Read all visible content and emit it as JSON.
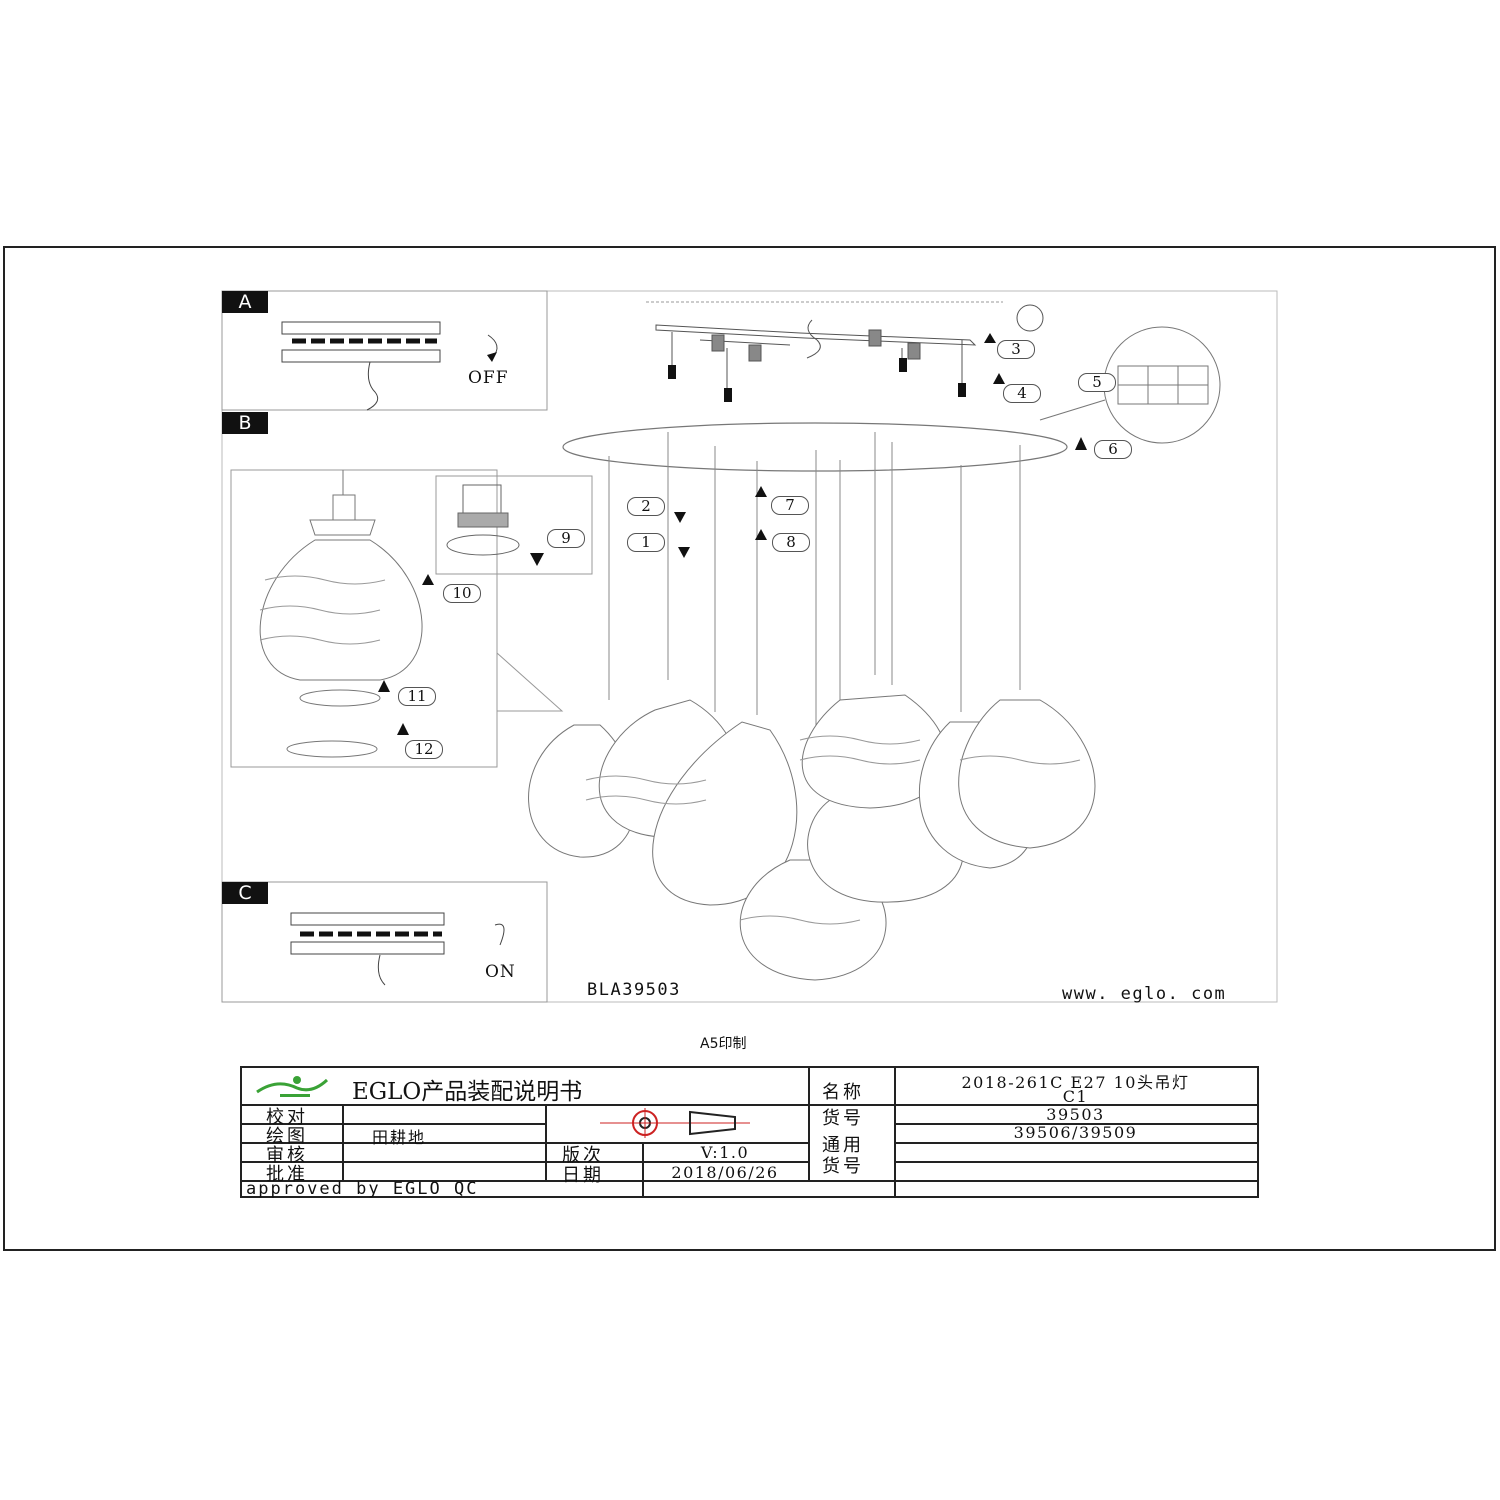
{
  "sections": {
    "a": "A",
    "b": "B",
    "c": "C"
  },
  "steps": {
    "switch_off": "OFF",
    "switch_on": "ON",
    "callouts": [
      "1",
      "2",
      "3",
      "4",
      "5",
      "6",
      "7",
      "8",
      "9",
      "10",
      "11",
      "12"
    ]
  },
  "drawing": {
    "model_code": "BLA39503",
    "website": "www. eglo. com",
    "print_note": "A5印制"
  },
  "title_block": {
    "brand_title": "EGLO产品装配说明书",
    "rows": {
      "check_label": "校对",
      "drawn_label": "绘图",
      "drawn_value": "田耕地",
      "review_label": "审核",
      "approve_label": "批准",
      "approved_by": "approved by EGLO QC"
    },
    "version_label": "版次",
    "version_value": "V:1.0",
    "date_label": "日期",
    "date_value": "2018/06/26",
    "name_label": "名称",
    "name_value_line1": "2018-261C  E27  10头吊灯",
    "name_value_line2": "C1",
    "item_no_label": "货号",
    "item_no_value": "39503",
    "common_label_line1": "通用",
    "common_label_line2": "货号",
    "common_value": "39506/39509"
  },
  "colors": {
    "line": "#222222",
    "paper": "#ffffff",
    "logo_green": "#3aa236",
    "red_mark": "#cc2222"
  }
}
